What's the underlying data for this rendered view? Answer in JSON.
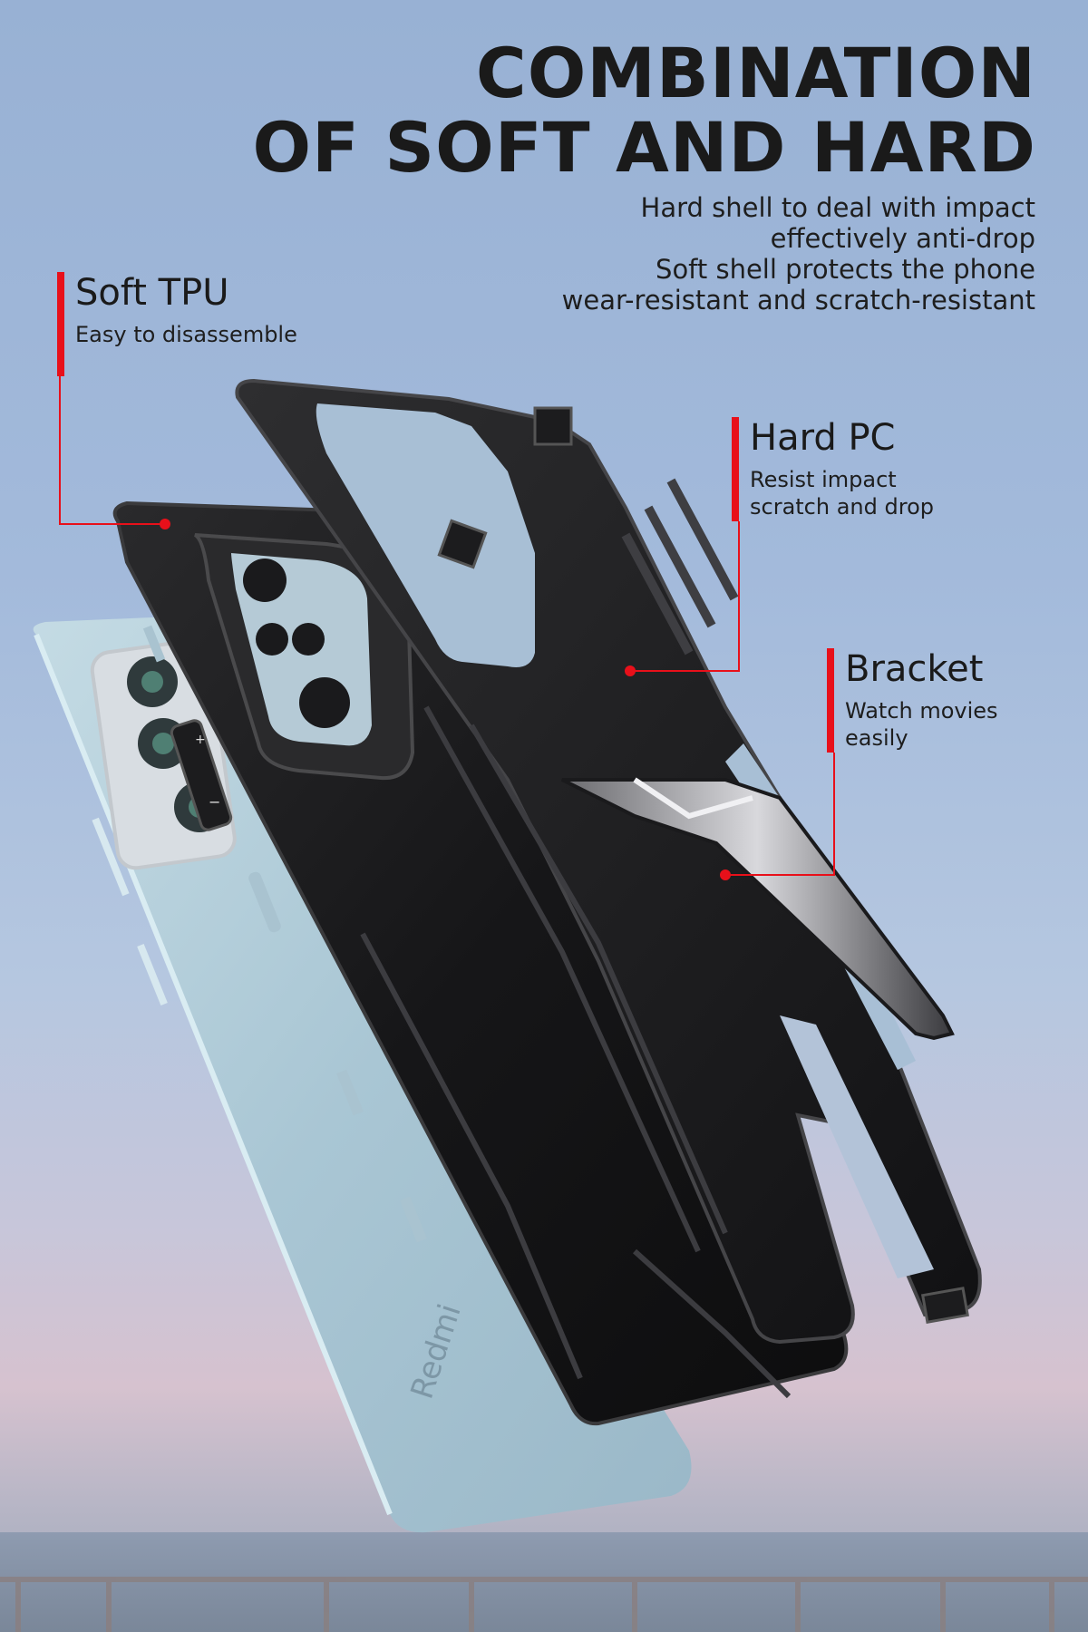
{
  "headline": {
    "line1": "COMBINATION",
    "line2": "OF SOFT AND HARD"
  },
  "subheadline": {
    "line1": "Hard shell to deal with impact",
    "line2": "effectively anti-drop",
    "line3": "Soft shell protects the phone",
    "line4": "wear-resistant and scratch-resistant"
  },
  "callouts": {
    "soft_tpu": {
      "title": "Soft TPU",
      "desc1": "Easy to disassemble"
    },
    "hard_pc": {
      "title": "Hard PC",
      "desc1": "Resist impact",
      "desc2": "scratch and drop"
    },
    "bracket": {
      "title": "Bracket",
      "desc1": "Watch movies",
      "desc2": "easily"
    }
  },
  "phone": {
    "brand_text": "Redmi"
  },
  "colors": {
    "accent": "#e8101a",
    "text": "#1a1a1a",
    "case": "#1c1c1e",
    "phone_body": "#aecbd8"
  },
  "icons": [
    "camera-lens-icon",
    "volume-button-icon",
    "kickstand-icon"
  ]
}
